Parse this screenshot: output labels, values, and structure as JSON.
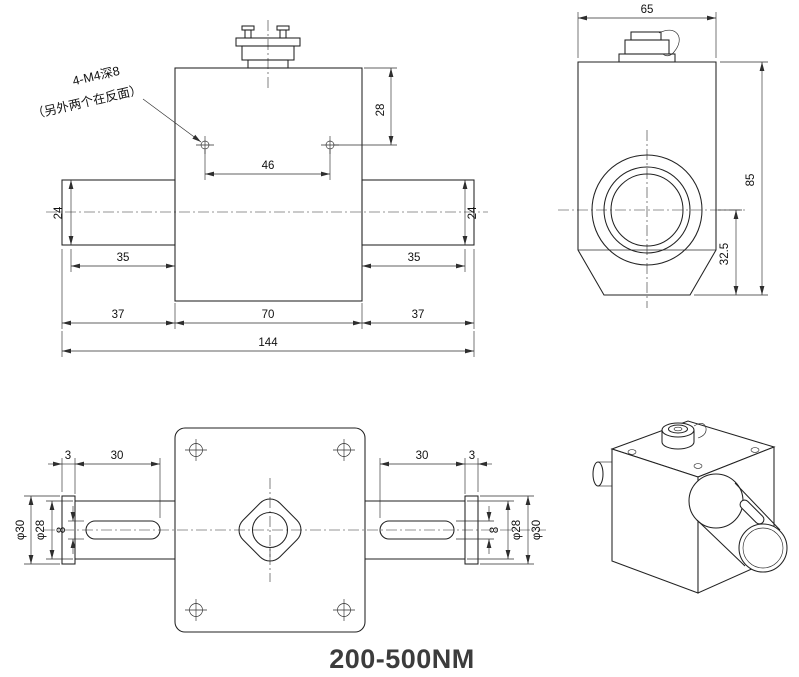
{
  "title": "200-500NM",
  "colors": {
    "line": "#222222",
    "dim": "#2e2e2e",
    "text": "#111111",
    "title": "#3c3c3c",
    "background": "#ffffff"
  },
  "front_view": {
    "note": {
      "line1": "4-M4深8",
      "line2": "（另外两个在反面）"
    },
    "dims": {
      "top_offset": "28",
      "hole_spacing": "46",
      "shaft_dia_left": "24",
      "shaft_dia_right": "24",
      "shaft_len_left": "35",
      "shaft_len_right": "35",
      "seg_left": "37",
      "body_len": "70",
      "seg_right": "37",
      "total_len": "144"
    }
  },
  "side_view": {
    "dims": {
      "width": "65",
      "height": "85",
      "center_to_bottom": "32.5"
    }
  },
  "top_view": {
    "dims": {
      "tip_left": "3",
      "key_len_left": "30",
      "key_len_right": "30",
      "tip_right": "3",
      "dia30_left": "φ30",
      "dia28_left": "φ28",
      "key_w_left": "8",
      "key_w_right": "8",
      "dia28_right": "φ28",
      "dia30_right": "φ30"
    }
  }
}
